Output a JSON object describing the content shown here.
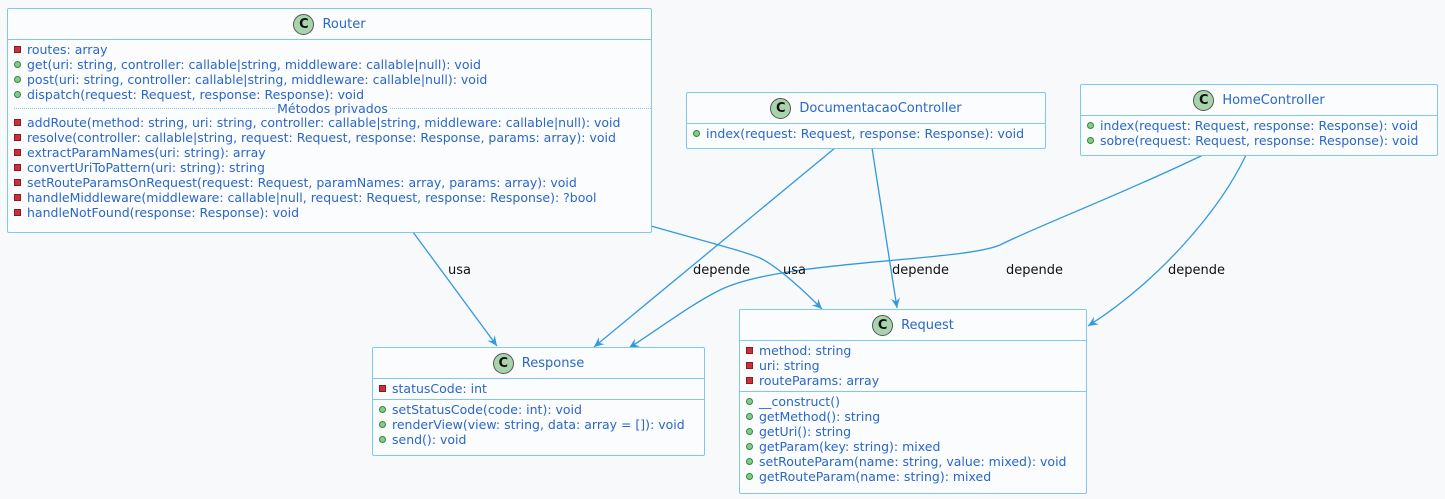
{
  "classes": {
    "router": {
      "name": "Router",
      "attributes": [
        "routes: array"
      ],
      "public_methods": [
        "get(uri: string, controller: callable|string, middleware: callable|null): void",
        "post(uri: string, controller: callable|string, middleware: callable|null): void",
        "dispatch(request: Request, response: Response): void"
      ],
      "separator": "Métodos privados",
      "private_methods": [
        "addRoute(method: string, uri: string, controller: callable|string, middleware: callable|null): void",
        "resolve(controller: callable|string, request: Request, response: Response, params: array): void",
        "extractParamNames(uri: string): array",
        "convertUriToPattern(uri: string): string",
        "setRouteParamsOnRequest(request: Request, paramNames: array, params: array): void",
        "handleMiddleware(middleware: callable|null, request: Request, response: Response): ?bool",
        "handleNotFound(response: Response): void"
      ]
    },
    "documentacao": {
      "name": "DocumentacaoController",
      "methods": [
        "index(request: Request, response: Response): void"
      ]
    },
    "home": {
      "name": "HomeController",
      "methods": [
        "index(request: Request, response: Response): void",
        "sobre(request: Request, response: Response): void"
      ]
    },
    "response": {
      "name": "Response",
      "attributes": [
        "statusCode: int"
      ],
      "methods": [
        "setStatusCode(code: int): void",
        "renderView(view: string, data: array = []): void",
        "send(): void"
      ]
    },
    "request": {
      "name": "Request",
      "attributes": [
        "method: string",
        "uri: string",
        "routeParams: array"
      ],
      "methods": [
        "__construct()",
        "getMethod(): string",
        "getUri(): string",
        "getParam(key: string): mixed",
        "setRouteParam(name: string, value: mixed): void",
        "getRouteParam(name: string): mixed"
      ]
    }
  },
  "badge_letter": "C",
  "relations": {
    "router_response": "usa",
    "router_request": "usa",
    "doc_response": "depende",
    "doc_request": "depende",
    "home_response": "depende",
    "home_request": "depende"
  },
  "colors": {
    "background": "#f7f9fb",
    "border": "#7fc8ee",
    "text": "#2b66c9",
    "arrow": "#3399dd",
    "badge": "#a9d3ac"
  }
}
